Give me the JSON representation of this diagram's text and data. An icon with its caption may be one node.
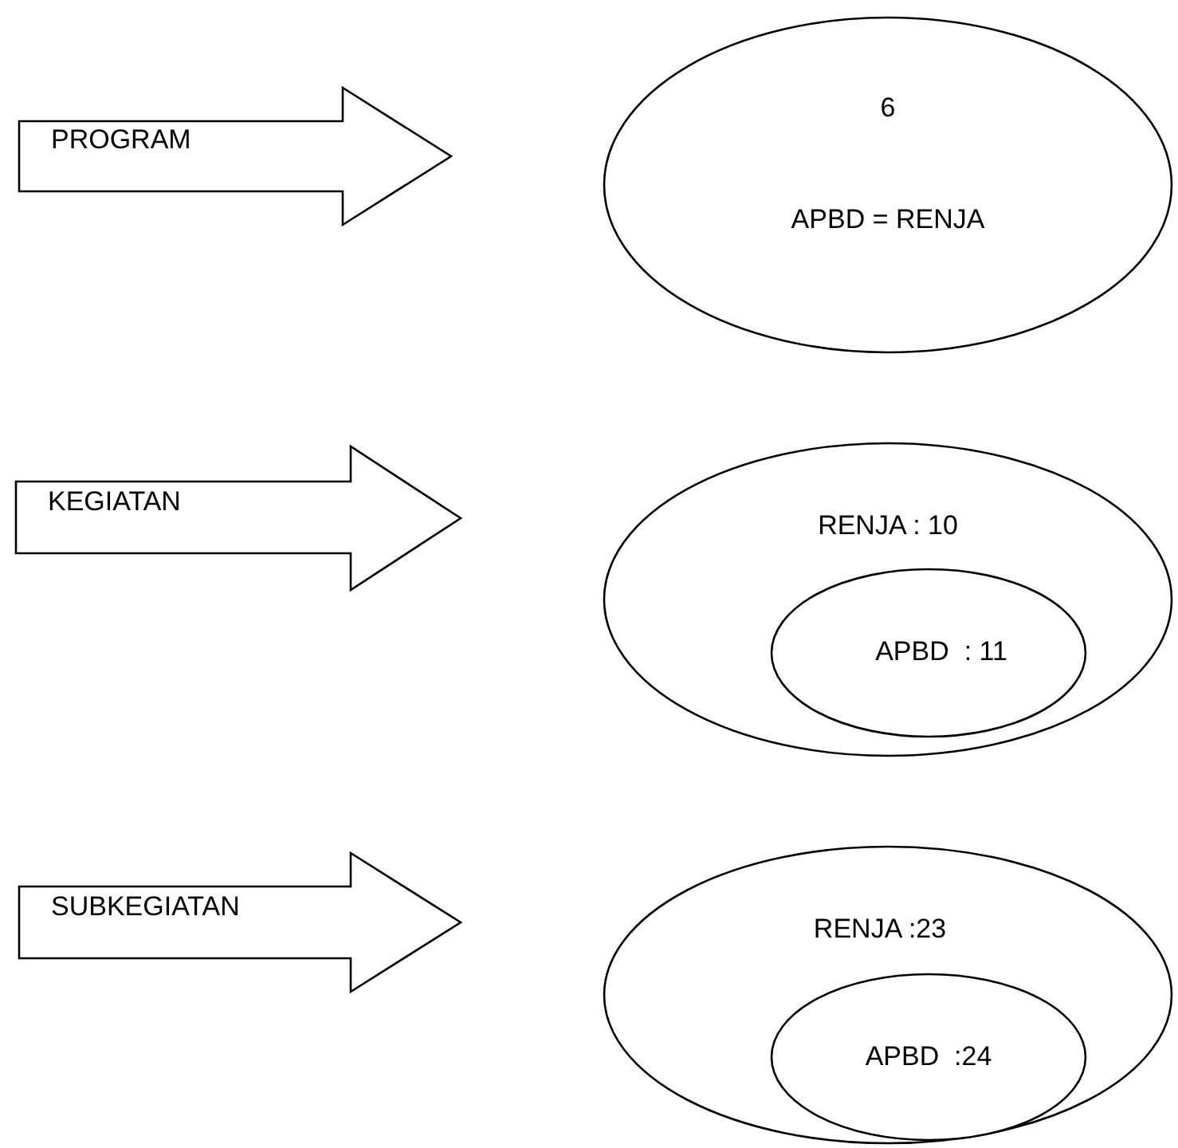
{
  "diagram": {
    "nodes": [
      {
        "text": [
          "PROGRAM"
        ]
      },
      {
        "text": [
          "6",
          "APBD = RENJA"
        ]
      },
      {
        "text": [
          "KEGIATAN"
        ]
      },
      {
        "text": [
          "RENJA : 10"
        ]
      },
      {
        "text": [
          "APBD  : 11"
        ],
        "in": 3
      },
      {
        "text": [
          "SUBKEGIATAN"
        ]
      },
      {
        "text": [
          "RENJA :23"
        ]
      },
      {
        "text": [
          "APBD  :24"
        ],
        "in": 6
      }
    ]
  }
}
